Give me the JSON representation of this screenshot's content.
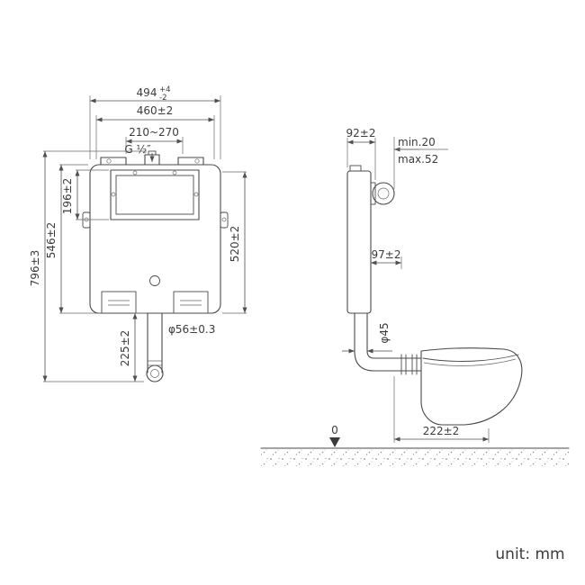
{
  "unit_note": "unit: mm",
  "front": {
    "w494": "494",
    "w494_up": "+4",
    "w494_dn": "-2",
    "w460": "460±2",
    "inlet_range": "210~270",
    "thread": "G ½″",
    "h196": "196±2",
    "h546": "546±2",
    "h796": "796±3",
    "h520": "520±2",
    "h225": "225±2",
    "pipe_dia": "φ56±0.3"
  },
  "side": {
    "d92": "92±2",
    "min_depth": "min.20",
    "max_depth": "max.52",
    "d97": "97±2",
    "pipe_dia": "φ45",
    "floor": "0",
    "d222": "222±2"
  }
}
